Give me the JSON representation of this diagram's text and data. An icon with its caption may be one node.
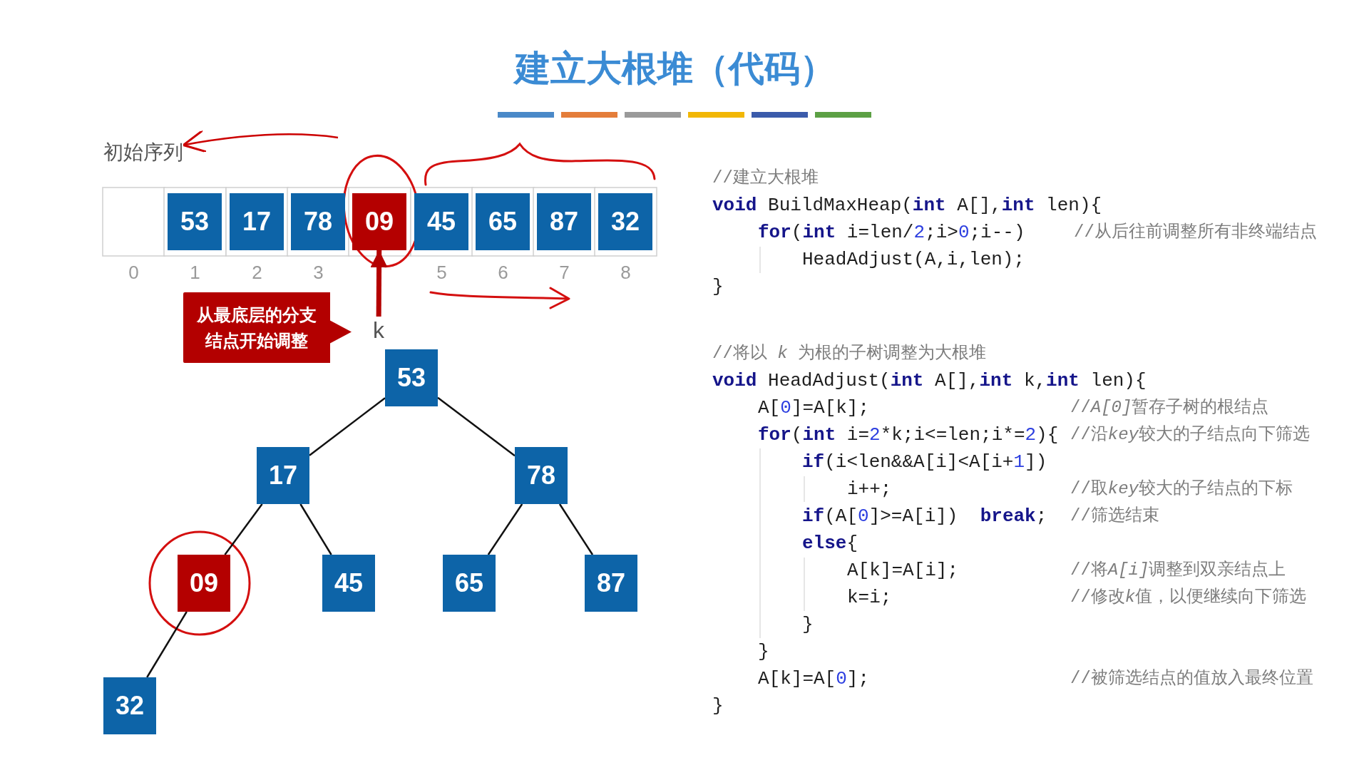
{
  "diagram": {
    "title": "建立大根堆（代码）",
    "nodes": [
      {
        "text": [
          "初始序列"
        ]
      },
      {
        "text": [],
        "shape": "box",
        "beside": [
          "0"
        ]
      },
      {
        "text": [
          "53"
        ],
        "beside": [
          "1"
        ]
      },
      {
        "text": [
          "17"
        ],
        "beside": [
          "2"
        ]
      },
      {
        "text": [
          "78"
        ],
        "beside": [
          "3"
        ]
      },
      {
        "text": [
          "09"
        ]
      },
      {
        "text": [
          "45"
        ],
        "beside": [
          "5"
        ]
      },
      {
        "text": [
          "65"
        ],
        "beside": [
          "6"
        ]
      },
      {
        "text": [
          "87"
        ],
        "beside": [
          "7"
        ]
      },
      {
        "text": [
          "32"
        ],
        "beside": [
          "8"
        ]
      },
      {
        "text": [
          "从最底层的分支结点开始调整"
        ]
      },
      {
        "text": [
          "k"
        ]
      },
      {
        "text": [
          "53"
        ]
      },
      {
        "text": [
          "17"
        ]
      },
      {
        "text": [
          "78"
        ]
      },
      {
        "text": [
          "09"
        ]
      },
      {
        "text": [
          "45"
        ]
      },
      {
        "text": [
          "65"
        ]
      },
      {
        "text": [
          "87"
        ]
      },
      {
        "text": [
          "32"
        ]
      }
    ],
    "edges": [
      {
        "from": null,
        "to": 0,
        "arrow": "to",
        "color": "#cc0000"
      },
      {
        "from": 11,
        "to": 5,
        "arrow": "to",
        "style": "thick",
        "color": "#b40000"
      },
      {
        "from": 12,
        "to": 13,
        "arrow": "none"
      },
      {
        "from": 12,
        "to": 14,
        "arrow": "none"
      },
      {
        "from": 13,
        "to": 15,
        "arrow": "none"
      },
      {
        "from": 13,
        "to": 16,
        "arrow": "none"
      },
      {
        "from": 14,
        "to": 17,
        "arrow": "none"
      },
      {
        "from": 14,
        "to": 18,
        "arrow": "none"
      },
      {
        "from": 15,
        "to": 19,
        "arrow": "none"
      }
    ],
    "labels": [
      "//建立大根堆",
      "**void** BuildMaxHeap(**int** A[],**int** len){",
      "**for**(**int** i=len/2;i>0;i--)",
      "//从后往前调整所有非终端结点",
      "HeadAdjust(A,i,len);",
      "}",
      "//将以 *k* 为根的子树调整为大根堆",
      "**void** HeadAdjust(**int** A[],**int** k,**int** len){",
      "A[0]=A[k];",
      "//A[0]暂存子树的根结点",
      "**for**(**int** i=2*k;i<=len;i*=2){",
      "//沿key较大的子结点向下筛选",
      "**if**(i<len&&A[i]<A[i+1])",
      "i++;",
      "//取key较大的子结点的下标",
      "**if**(A[0]>=A[i])  **break**;",
      "//筛选结束",
      "**else**{",
      "A[k]=A[i];",
      "//将A[i]调整到双亲结点上",
      "k=i;",
      "//修改k值，以便继续向下筛选",
      "}",
      "}",
      "A[k]=A[0];",
      "//被筛选结点的值放入最终位置",
      "}"
    ]
  }
}
